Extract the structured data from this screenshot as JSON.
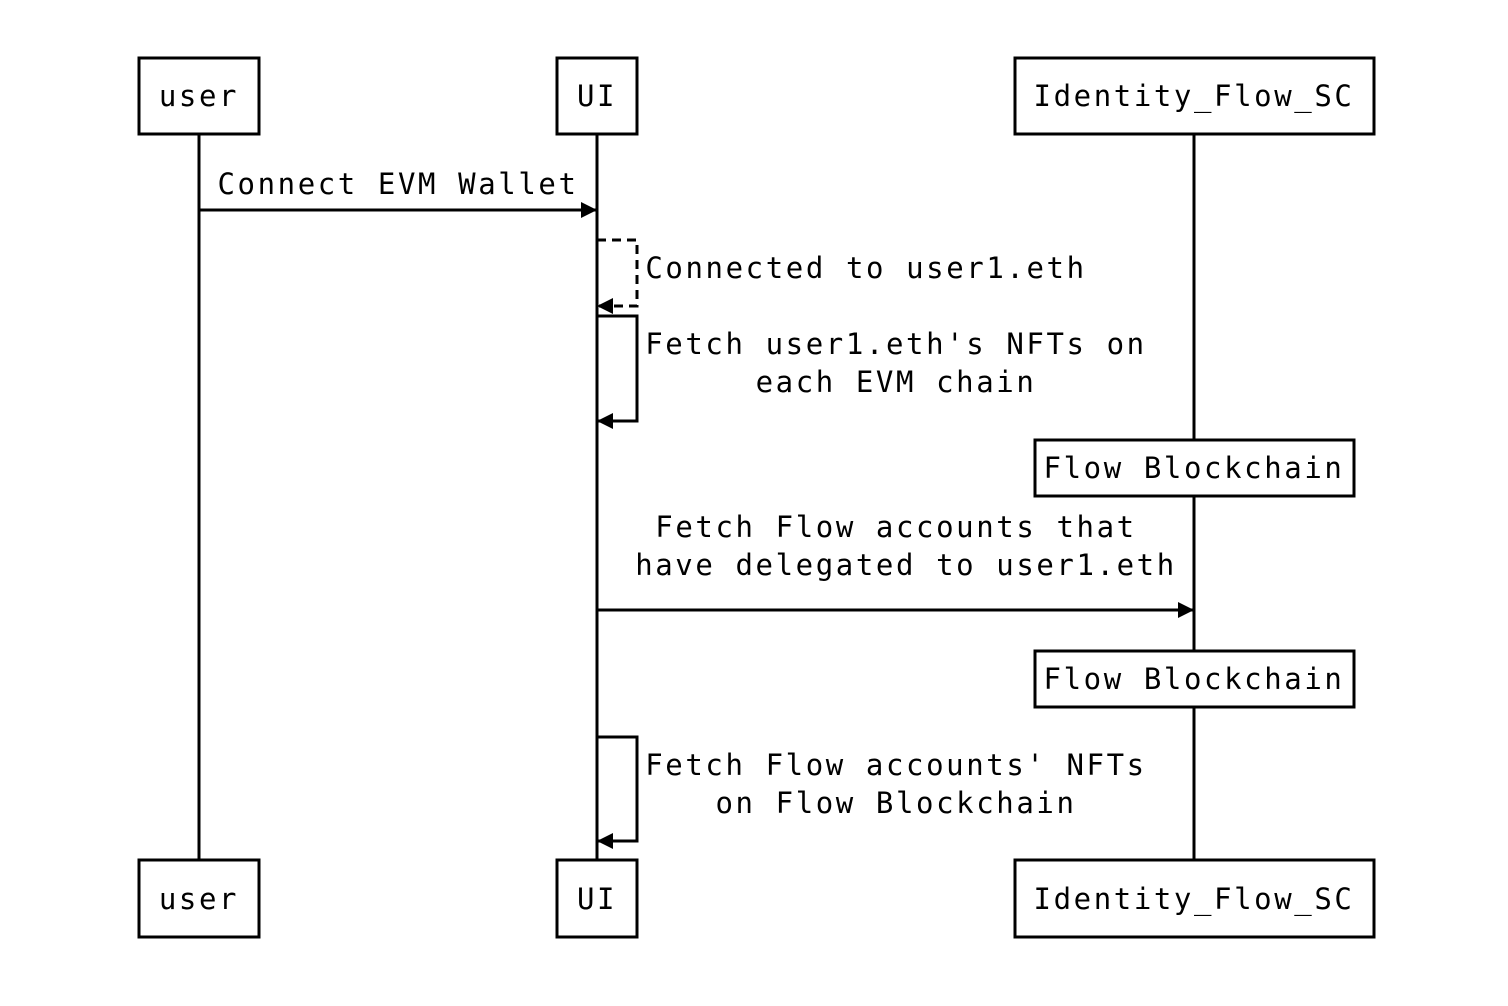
{
  "participants": [
    {
      "id": "user",
      "label": "user"
    },
    {
      "id": "ui",
      "label": "UI"
    },
    {
      "id": "sc",
      "label": "Identity_Flow_SC"
    }
  ],
  "messages": [
    {
      "id": "connect",
      "from": "user",
      "to": "ui",
      "style": "solid",
      "lines": [
        "Connect EVM Wallet"
      ]
    },
    {
      "id": "connected",
      "from": "ui",
      "to": "ui",
      "style": "dashed",
      "lines": [
        "Connected to user1.eth"
      ]
    },
    {
      "id": "fetch-evm-nfts",
      "from": "ui",
      "to": "ui",
      "style": "solid",
      "lines": [
        "Fetch user1.eth's NFTs on",
        "each EVM chain"
      ]
    },
    {
      "id": "fetch-delegated",
      "from": "ui",
      "to": "sc",
      "style": "solid",
      "lines": [
        "Fetch Flow accounts that",
        "have delegated to user1.eth"
      ]
    },
    {
      "id": "fetch-flow-nfts",
      "from": "ui",
      "to": "ui",
      "style": "solid",
      "lines": [
        "Fetch Flow accounts' NFTs",
        "on Flow Blockchain"
      ]
    }
  ],
  "notes": [
    {
      "id": "note-1",
      "participant": "sc",
      "label": "Flow Blockchain"
    },
    {
      "id": "note-2",
      "participant": "sc",
      "label": "Flow Blockchain"
    }
  ],
  "colors": {
    "stroke": "#000000",
    "background": "#ffffff"
  }
}
